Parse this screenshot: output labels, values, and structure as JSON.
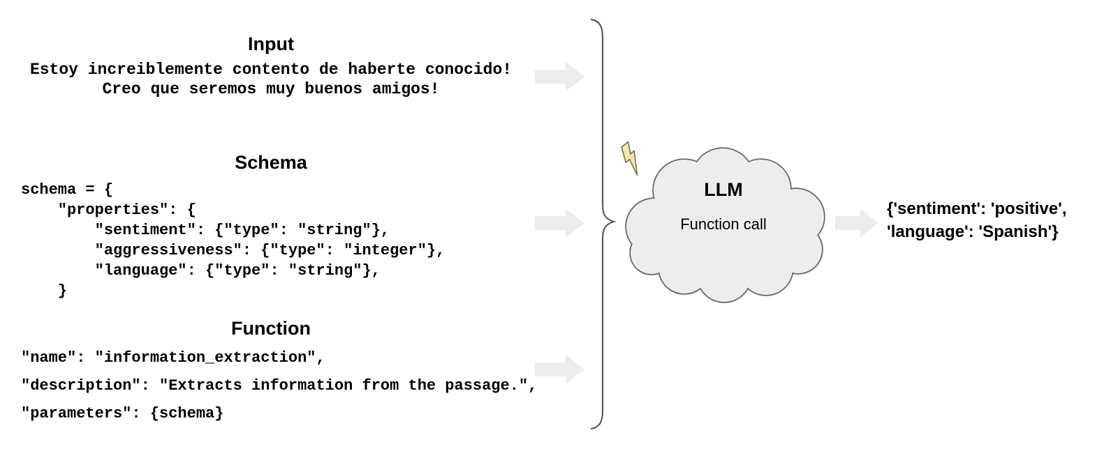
{
  "sections": {
    "input": {
      "title": "Input",
      "lines": [
        "Estoy increiblemente contento de haberte conocido!",
        "Creo que seremos muy buenos amigos!"
      ]
    },
    "schema": {
      "title": "Schema",
      "lines": [
        "schema = {",
        "    \"properties\": {",
        "        \"sentiment\": {\"type\": \"string\"},",
        "        \"aggressiveness\": {\"type\": \"integer\"},",
        "        \"language\": {\"type\": \"string\"},",
        "    }"
      ]
    },
    "function": {
      "title": "Function",
      "lines": [
        "\"name\": \"information_extraction\",",
        "\"description\": \"Extracts information from the passage.\",",
        "\"parameters\": {schema}"
      ]
    }
  },
  "llm": {
    "label": "LLM",
    "sublabel": "Function call",
    "icon": "lightning-bolt"
  },
  "output": {
    "lines": [
      "{'sentiment': 'positive',",
      "'language': 'Spanish'}"
    ]
  },
  "colors": {
    "arrow_fill": "#ececec",
    "cloud_fill": "#ededed",
    "cloud_stroke": "#666666",
    "brace_stroke": "#595959",
    "bolt_fill": "#f7e8a3",
    "bolt_stroke": "#6f6c55",
    "text_color": "#000000"
  }
}
